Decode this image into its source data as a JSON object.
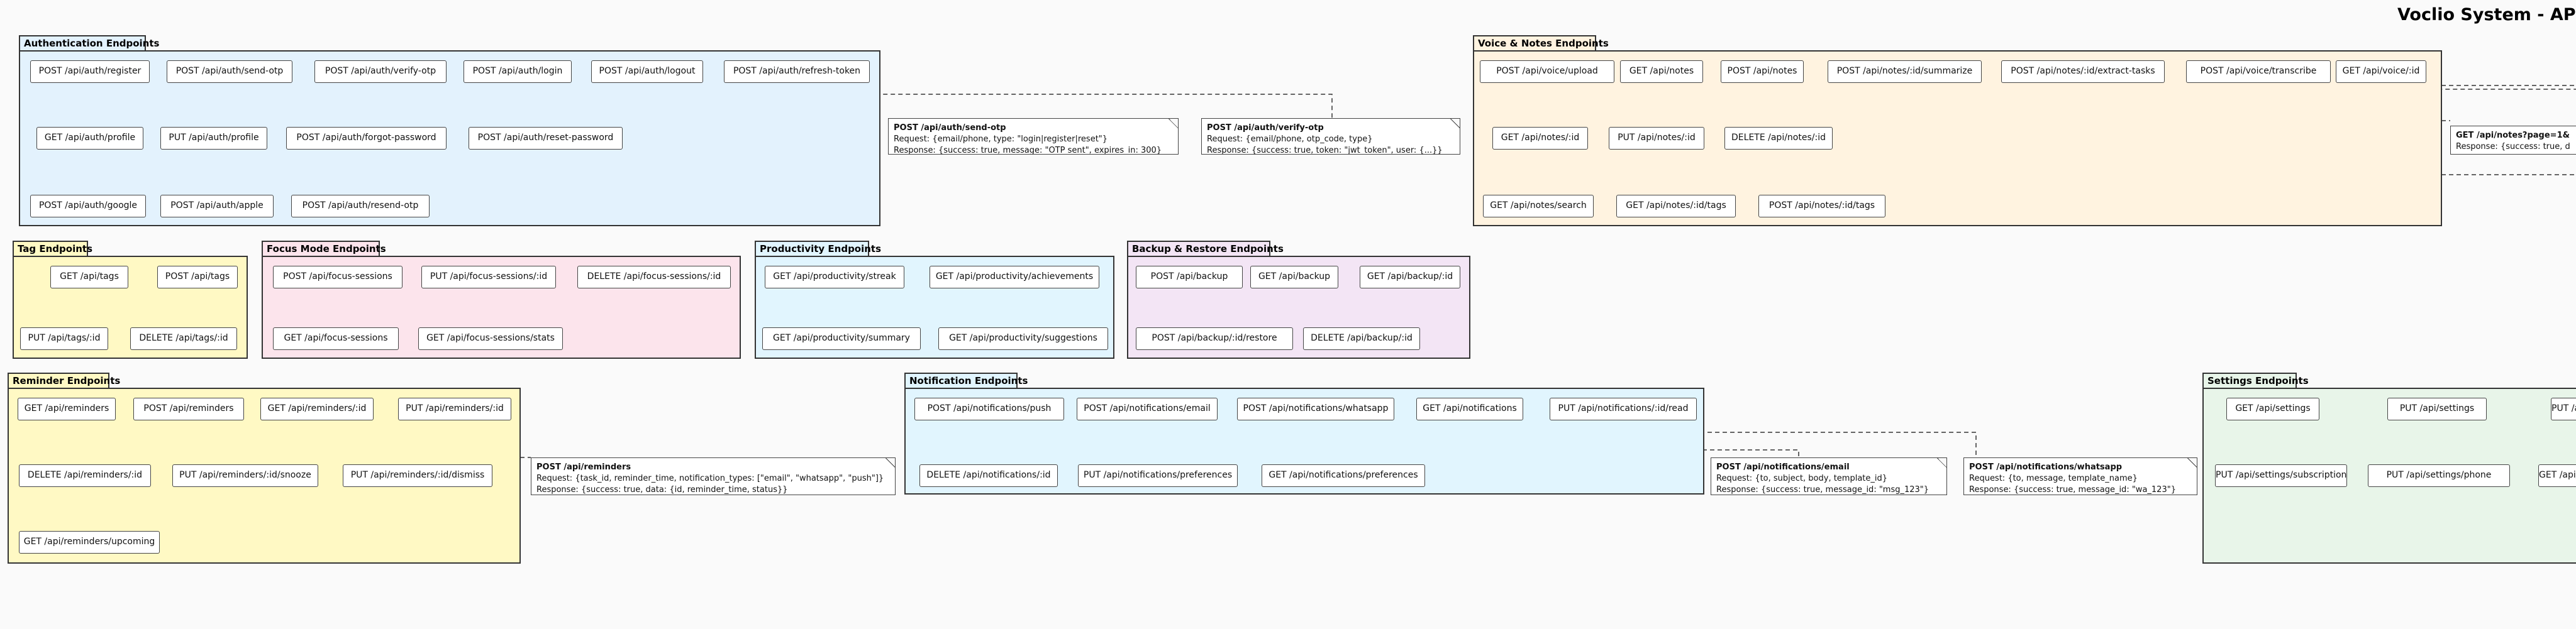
{
  "title": "Voclio System - API Er",
  "colors": {
    "auth": "#e3f2fd",
    "voice": "#fff3e0",
    "tag": "#fff9c4",
    "focus": "#fce4ec",
    "productivity": "#e1f5fe",
    "backup": "#f3e5f5",
    "reminder": "#fff9c4",
    "notification": "#e1f5fe",
    "settings": "#e8f5e9"
  },
  "packages": {
    "auth": {
      "label": "Authentication Endpoints",
      "endpoints": [
        "POST /api/auth/register",
        "POST /api/auth/send-otp",
        "POST /api/auth/verify-otp",
        "POST /api/auth/login",
        "POST /api/auth/logout",
        "POST /api/auth/refresh-token",
        "GET /api/auth/profile",
        "PUT /api/auth/profile",
        "POST /api/auth/forgot-password",
        "POST /api/auth/reset-password",
        "POST /api/auth/google",
        "POST /api/auth/apple",
        "POST /api/auth/resend-otp"
      ]
    },
    "voice": {
      "label": "Voice & Notes Endpoints",
      "endpoints": [
        "POST /api/voice/upload",
        "GET /api/notes",
        "POST /api/notes",
        "POST /api/notes/:id/summarize",
        "POST /api/notes/:id/extract-tasks",
        "POST /api/voice/transcribe",
        "GET /api/voice/:id",
        "GET /api/notes/:id",
        "PUT /api/notes/:id",
        "DELETE /api/notes/:id",
        "GET /api/notes/search",
        "GET /api/notes/:id/tags",
        "POST /api/notes/:id/tags"
      ]
    },
    "tag": {
      "label": "Tag Endpoints",
      "endpoints": [
        "GET /api/tags",
        "POST /api/tags",
        "PUT /api/tags/:id",
        "DELETE /api/tags/:id"
      ]
    },
    "focus": {
      "label": "Focus Mode Endpoints",
      "endpoints": [
        "POST /api/focus-sessions",
        "PUT /api/focus-sessions/:id",
        "DELETE /api/focus-sessions/:id",
        "GET /api/focus-sessions",
        "GET /api/focus-sessions/stats"
      ]
    },
    "productivity": {
      "label": "Productivity Endpoints",
      "endpoints": [
        "GET /api/productivity/streak",
        "GET /api/productivity/achievements",
        "GET /api/productivity/summary",
        "GET /api/productivity/suggestions"
      ]
    },
    "backup": {
      "label": "Backup & Restore Endpoints",
      "endpoints": [
        "POST /api/backup",
        "GET /api/backup",
        "GET /api/backup/:id",
        "POST /api/backup/:id/restore",
        "DELETE /api/backup/:id"
      ]
    },
    "reminder": {
      "label": "Reminder Endpoints",
      "endpoints": [
        "GET /api/reminders",
        "POST /api/reminders",
        "GET /api/reminders/:id",
        "PUT /api/reminders/:id",
        "DELETE /api/reminders/:id",
        "PUT /api/reminders/:id/snooze",
        "PUT /api/reminders/:id/dismiss",
        "GET /api/reminders/upcoming"
      ]
    },
    "notification": {
      "label": "Notification Endpoints",
      "endpoints": [
        "POST /api/notifications/push",
        "POST /api/notifications/email",
        "POST /api/notifications/whatsapp",
        "GET /api/notifications",
        "PUT /api/notifications/:id/read",
        "DELETE /api/notifications/:id",
        "PUT /api/notifications/preferences",
        "GET /api/notifications/preferences"
      ]
    },
    "settings": {
      "label": "Settings Endpoints",
      "endpoints": [
        "GET /api/settings",
        "PUT /api/settings",
        "PUT /api/settings/language",
        "PUT /api/settings/subscription",
        "PUT /api/settings/phone",
        "GET /api/settings/notifications"
      ]
    }
  },
  "notes": {
    "send_otp": {
      "header": "POST /api/auth/send-otp",
      "lines": [
        "Request: {email/phone, type: \"login|register|reset\"}",
        "Response: {success: true, message: \"OTP sent\", expires_in: 300}"
      ]
    },
    "verify_otp": {
      "header": "POST /api/auth/verify-otp",
      "lines": [
        "Request: {email/phone, otp_code, type}",
        "Response: {success: true, token: \"jwt_token\", user: {...}}"
      ]
    },
    "notes_page": {
      "header": "GET /api/notes?page=1&",
      "lines": [
        "Response: {success: true, d"
      ]
    },
    "reminders": {
      "header": "POST /api/reminders",
      "lines": [
        "Request: {task_id, reminder_time, notification_types: [\"email\", \"whatsapp\", \"push\"]}",
        "Response: {success: true, data: {id, reminder_time, status}}"
      ]
    },
    "notif_email": {
      "header": "POST /api/notifications/email",
      "lines": [
        "Request: {to, subject, body, template_id}",
        "Response: {success: true, message_id: \"msg_123\"}"
      ]
    },
    "notif_whatsapp": {
      "header": "POST /api/notifications/whatsapp",
      "lines": [
        "Request: {to, message, template_name}",
        "Response: {success: true, message_id: \"wa_123\"}"
      ]
    }
  }
}
